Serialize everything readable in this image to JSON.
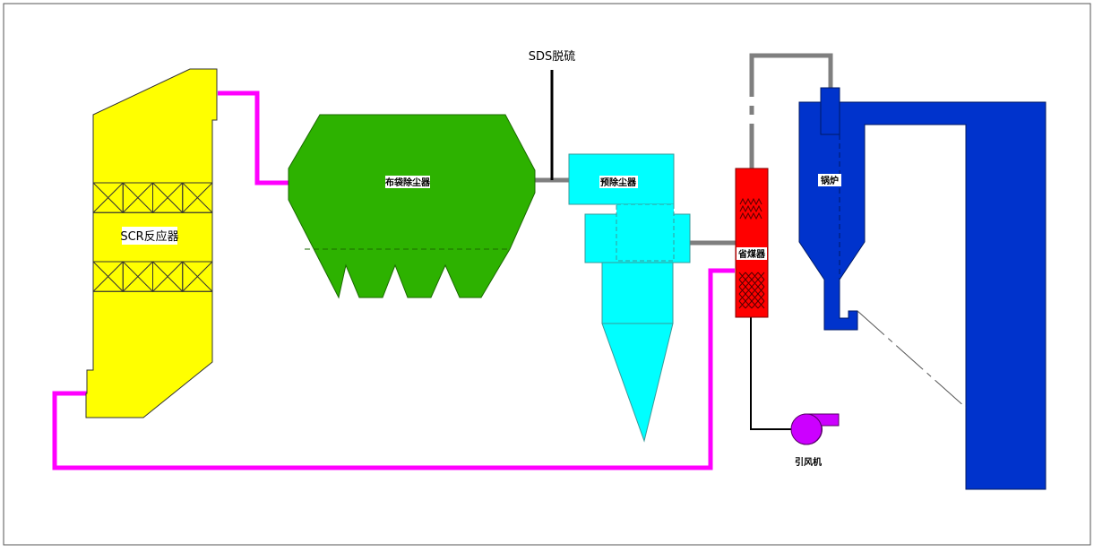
{
  "labels": {
    "scr_reactor": "SCR反应器",
    "bag_filter": "布袋除尘器",
    "sds": "SDS脱硫",
    "pre_collector": "预除尘器",
    "economizer": "省煤器",
    "boiler": "锅炉",
    "id_fan": "引风机"
  },
  "colors": {
    "scr": "#ffff00",
    "bag_filter": "#2db200",
    "pre_collector": "#00ffff",
    "economizer": "#ff0000",
    "boiler": "#0033cc",
    "fan": "#cc00ff",
    "duct_hot": "#ff00ff",
    "duct_gray": "#7f7f7f",
    "line": "#000000"
  }
}
